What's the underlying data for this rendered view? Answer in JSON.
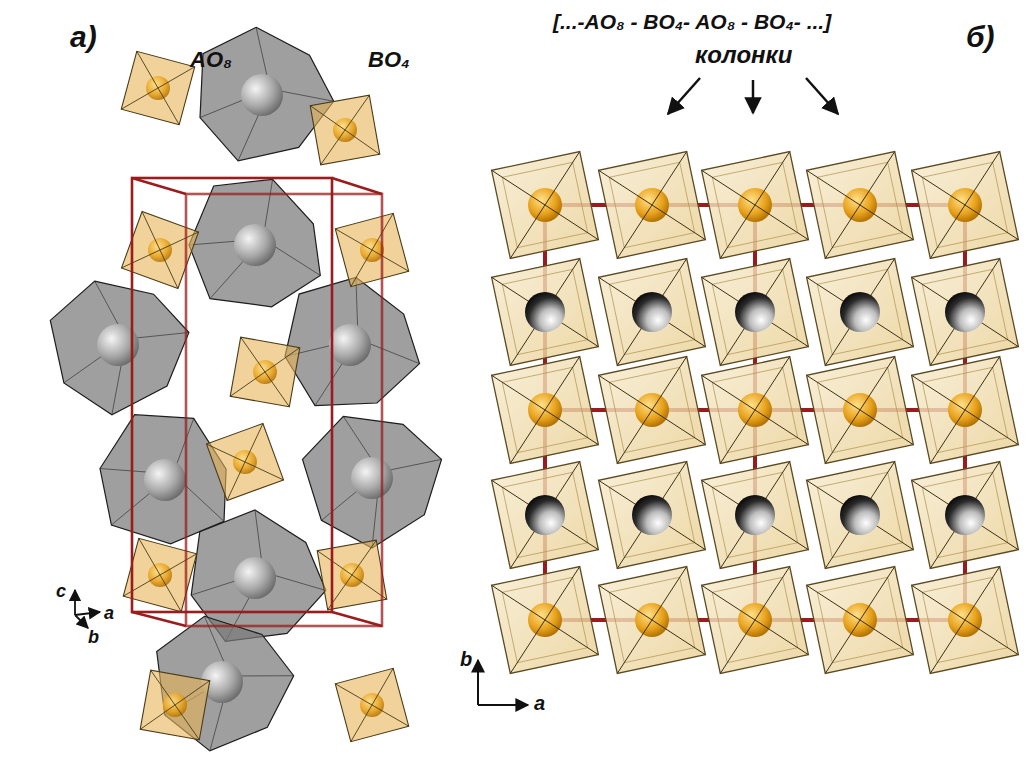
{
  "diagram": {
    "labels": [
      "а)",
      "AO₈",
      "BO₄",
      "[...-AO₈ - BO₄- AO₈ - BO₄- ...]",
      "колонки",
      "б)",
      "c",
      "a",
      "b",
      "b",
      "a"
    ]
  }
}
